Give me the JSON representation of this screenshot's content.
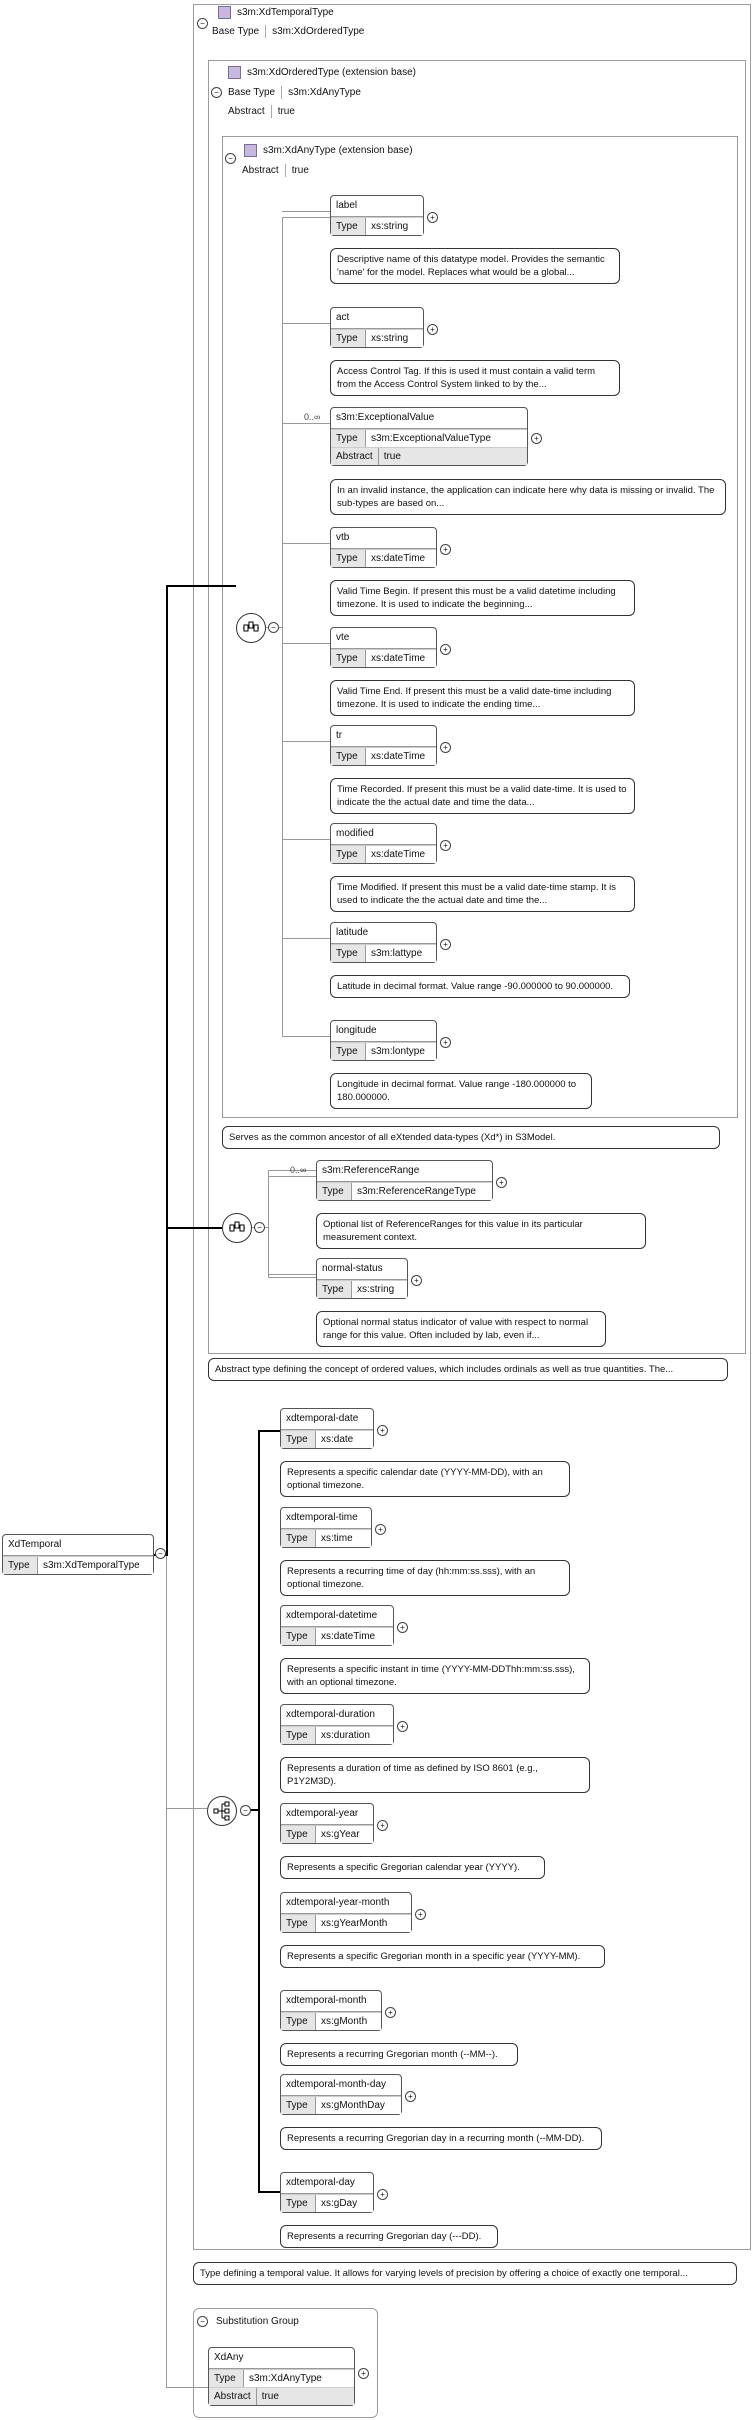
{
  "root": {
    "name": "XdTemporal",
    "type_key": "Type",
    "type_val": "s3m:XdTemporalType",
    "doc": "Type defining a temporal value. It allows for varying levels of precision by offering a choice of exactly one temporal..."
  },
  "temporal_type": {
    "title": "s3m:XdTemporalType",
    "base_key": "Base Type",
    "base_val": "s3m:XdOrderedType"
  },
  "ordered_type": {
    "title": "s3m:XdOrderedType (extension base)",
    "base_key": "Base Type",
    "base_val": "s3m:XdAnyType",
    "abstract_key": "Abstract",
    "abstract_val": "true",
    "doc": "Abstract type defining the concept of ordered values, which includes ordinals as well as true quantities. The..."
  },
  "any_type": {
    "title": "s3m:XdAnyType (extension base)",
    "abstract_key": "Abstract",
    "abstract_val": "true",
    "doc": "Serves as the common ancestor of all eXtended data-types (Xd*) in S3Model."
  },
  "type_key": "Type",
  "abstract_key": "Abstract",
  "occurs": "0..∞",
  "any_elements": [
    {
      "name": "label",
      "type": "xs:string",
      "doc": "Descriptive name of this datatype model. Provides the semantic 'name' for the model. Replaces what would be a global..."
    },
    {
      "name": "act",
      "type": "xs:string",
      "doc": "Access Control Tag. If this is used it must contain a valid term from the Access Control System linked to by the..."
    },
    {
      "name": "s3m:ExceptionalValue",
      "type": "s3m:ExceptionalValueType",
      "abstract": "true",
      "doc": "In an invalid instance, the application can indicate here why data is missing or invalid. The sub-types are based on..."
    },
    {
      "name": "vtb",
      "type": "xs:dateTime",
      "doc": "Valid Time Begin. If present this must be a valid datetime including timezone. It is used to indicate the beginning..."
    },
    {
      "name": "vte",
      "type": "xs:dateTime",
      "doc": "Valid Time End. If present this must be a valid date-time including timezone. It is used to indicate the ending time..."
    },
    {
      "name": "tr",
      "type": "xs:dateTime",
      "doc": "Time Recorded. If present this must be a valid date-time. It is used to indicate the the actual date and time the data..."
    },
    {
      "name": "modified",
      "type": "xs:dateTime",
      "doc": "Time Modified. If present this must be a valid date-time stamp. It is used to indicate the the actual date and time the..."
    },
    {
      "name": "latitude",
      "type": "s3m:lattype",
      "doc": "Latitude in decimal format. Value range -90.000000 to 90.000000."
    },
    {
      "name": "longitude",
      "type": "s3m:lontype",
      "doc": "Longitude in decimal format. Value range -180.000000 to 180.000000."
    }
  ],
  "ordered_elements": [
    {
      "name": "s3m:ReferenceRange",
      "type": "s3m:ReferenceRangeType",
      "doc": "Optional list of ReferenceRanges for this value in its particular measurement context."
    },
    {
      "name": "normal-status",
      "type": "xs:string",
      "doc": "Optional normal status indicator of value with respect to normal range for this value. Often included by lab, even if..."
    }
  ],
  "choice_elements": [
    {
      "name": "xdtemporal-date",
      "type": "xs:date",
      "doc": "Represents a specific calendar date (YYYY-MM-DD), with an optional timezone."
    },
    {
      "name": "xdtemporal-time",
      "type": "xs:time",
      "doc": "Represents a recurring time of day (hh:mm:ss.sss), with an optional timezone."
    },
    {
      "name": "xdtemporal-datetime",
      "type": "xs:dateTime",
      "doc": "Represents a specific instant in time (YYYY-MM-DDThh:mm:ss.sss), with an optional timezone."
    },
    {
      "name": "xdtemporal-duration",
      "type": "xs:duration",
      "doc": "Represents a duration of time as defined by ISO 8601 (e.g., P1Y2M3D)."
    },
    {
      "name": "xdtemporal-year",
      "type": "xs:gYear",
      "doc": "Represents a specific Gregorian calendar year (YYYY)."
    },
    {
      "name": "xdtemporal-year-month",
      "type": "xs:gYearMonth",
      "doc": "Represents a specific Gregorian month in a specific year (YYYY-MM)."
    },
    {
      "name": "xdtemporal-month",
      "type": "xs:gMonth",
      "doc": "Represents a recurring Gregorian month (--MM--)."
    },
    {
      "name": "xdtemporal-month-day",
      "type": "xs:gMonthDay",
      "doc": "Represents a recurring Gregorian day in a recurring month (--MM-DD)."
    },
    {
      "name": "xdtemporal-day",
      "type": "xs:gDay",
      "doc": "Represents a recurring Gregorian day (---DD)."
    }
  ],
  "substitution": {
    "title": "Substitution Group",
    "name": "XdAny",
    "type": "s3m:XdAnyType",
    "abstract": "true"
  }
}
